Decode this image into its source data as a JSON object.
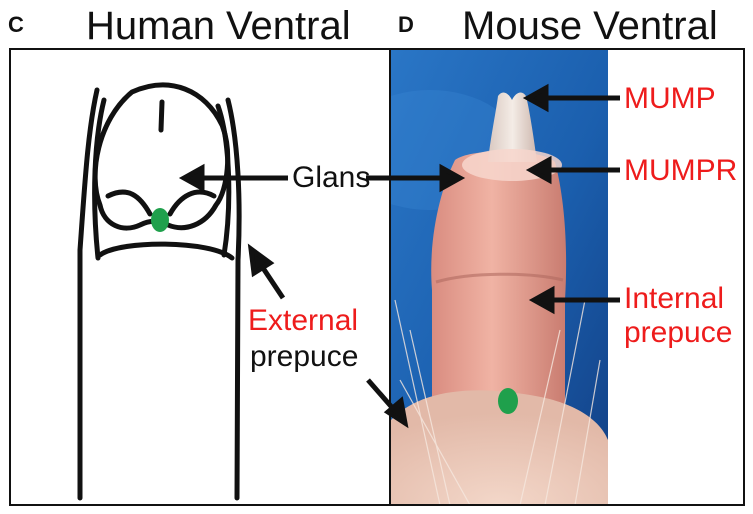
{
  "panels": [
    {
      "letter": "C",
      "title": "Human Ventral"
    },
    {
      "letter": "D",
      "title": "Mouse Ventral"
    }
  ],
  "labels": {
    "glans": "Glans",
    "external_1": "External",
    "external_2": "prepuce",
    "mump": "MUMP",
    "mumpr": "MUMPR",
    "internal_1": "Internal",
    "internal_2": "prepuce"
  },
  "colors": {
    "red_label": "#ee1c1c",
    "green_dot": "#1fa04c",
    "photo_background": "#1e66b8"
  }
}
